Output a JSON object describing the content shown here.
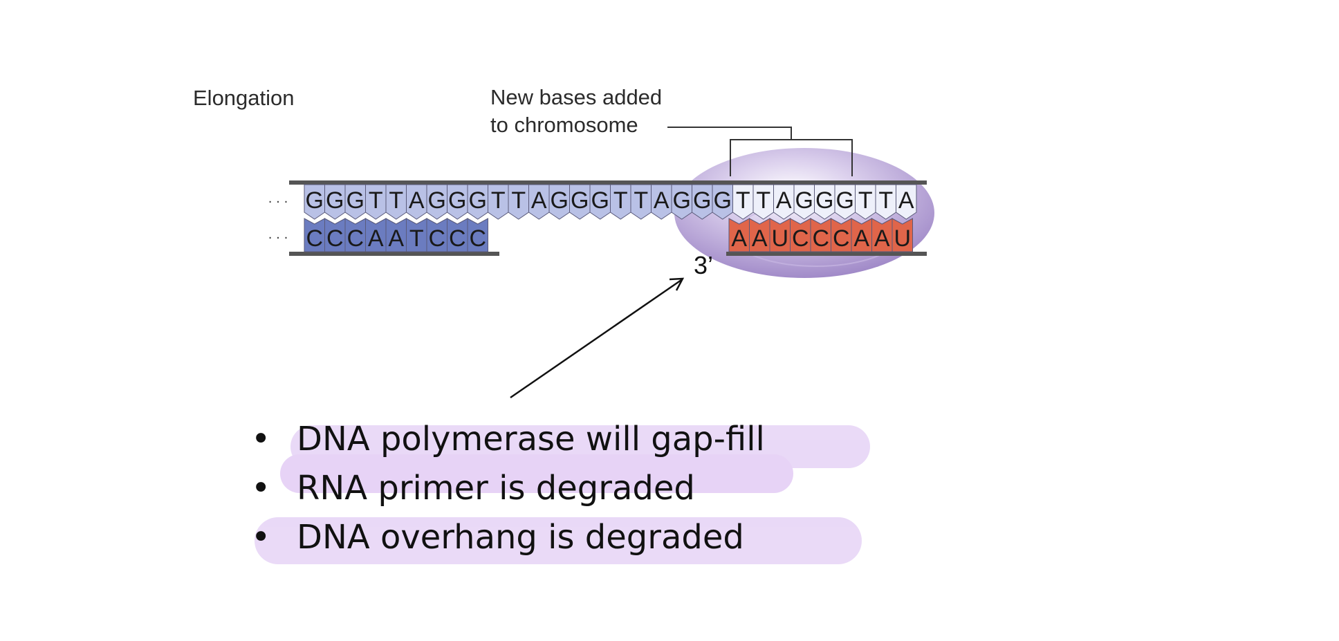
{
  "title": "Elongation",
  "callout": {
    "line1": "New bases added",
    "line2": "to chromosome"
  },
  "three_prime_label": "3’",
  "ellipsis": "· · ·",
  "top_strand": {
    "dna": [
      "G",
      "G",
      "G",
      "T",
      "T",
      "A",
      "G",
      "G",
      "G",
      "T",
      "T",
      "A",
      "G",
      "G",
      "G",
      "T",
      "T",
      "A",
      "G",
      "G",
      "G"
    ],
    "new": [
      "T",
      "T",
      "A",
      "G",
      "G",
      "G",
      "T",
      "T",
      "A"
    ]
  },
  "bottom_strand": {
    "dna": [
      "C",
      "C",
      "C",
      "A",
      "A",
      "T",
      "C",
      "C",
      "C"
    ],
    "rna": [
      "A",
      "A",
      "U",
      "C",
      "C",
      "C",
      "A",
      "A",
      "U"
    ]
  },
  "colors": {
    "dna_top": "#b9c1e6",
    "new_top": "#eef0fa",
    "dna_bottom": "#6b7cc0",
    "rna_bottom": "#e0654a",
    "enzyme": "#a58dc9",
    "highlight": "#e6d3f6"
  },
  "bullets": [
    "DNA polymerase will gap-fill",
    "RNA primer is degraded",
    "DNA overhang is degraded"
  ],
  "bullet_symbol": "•"
}
